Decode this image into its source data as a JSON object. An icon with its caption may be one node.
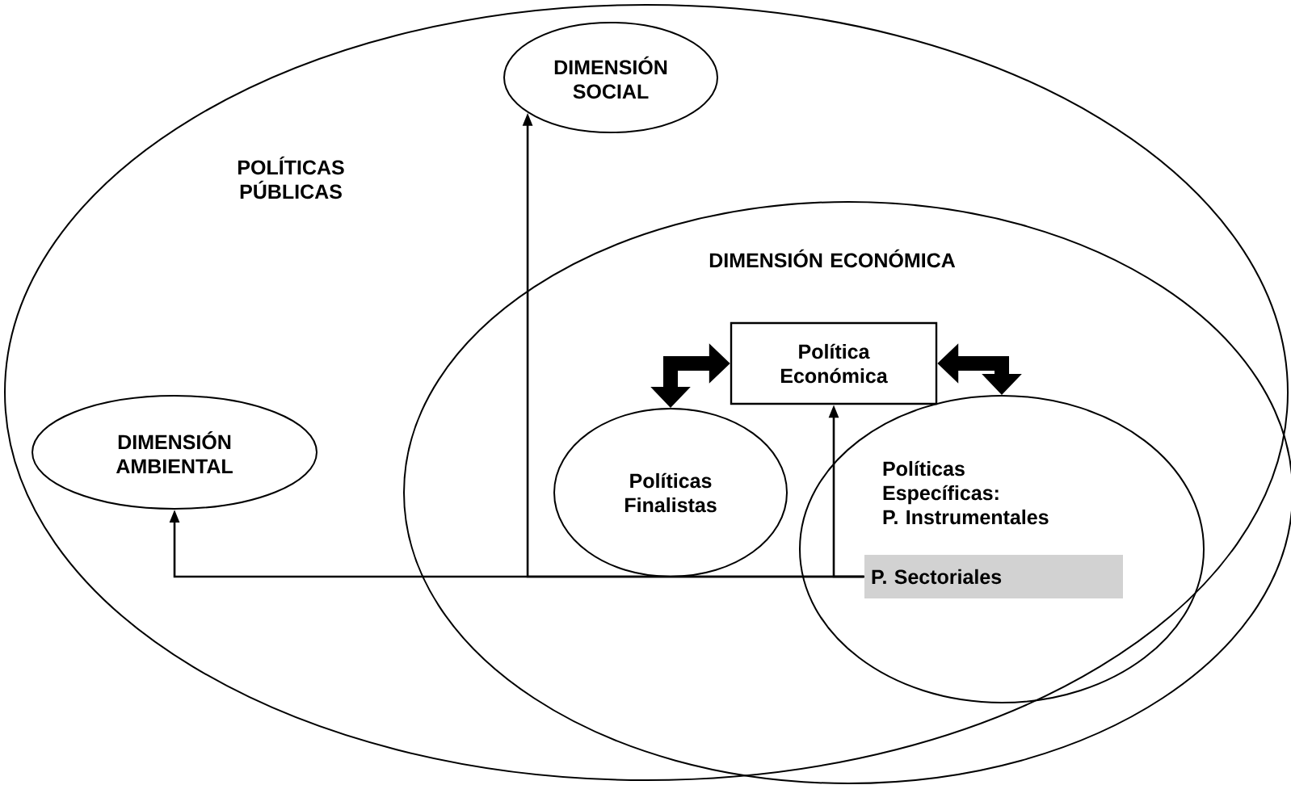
{
  "diagram": {
    "nodes": [
      {
        "text": [
          "POLÍTICAS PÚBLICAS"
        ]
      },
      {
        "text": [
          "DIMENSIÓN SOCIAL"
        ],
        "in": 0
      },
      {
        "text": [
          "DIMENSIÓN ECONÓMICA"
        ],
        "in": 0
      },
      {
        "text": [
          "DIMENSIÓN AMBIENTAL"
        ],
        "in": 0
      },
      {
        "text": [
          "Política Económica"
        ],
        "in": 2
      },
      {
        "text": [
          "Políticas Finalistas"
        ],
        "in": 2
      },
      {
        "text": [
          "Políticas Específicas:",
          "P. Instrumentales"
        ],
        "in": 2
      },
      {
        "text": [
          "P. Sectoriales"
        ],
        "in": 6
      }
    ],
    "edges": [
      {
        "from": 7,
        "to": 3,
        "arrow": "to"
      },
      {
        "from": 7,
        "to": 1,
        "arrow": "to"
      },
      {
        "from": 7,
        "to": 4,
        "arrow": "to"
      },
      {
        "from": 5,
        "to": 4,
        "arrow": "both",
        "style": "thick"
      },
      {
        "from": 6,
        "to": 4,
        "arrow": "both",
        "style": "thick"
      }
    ]
  }
}
